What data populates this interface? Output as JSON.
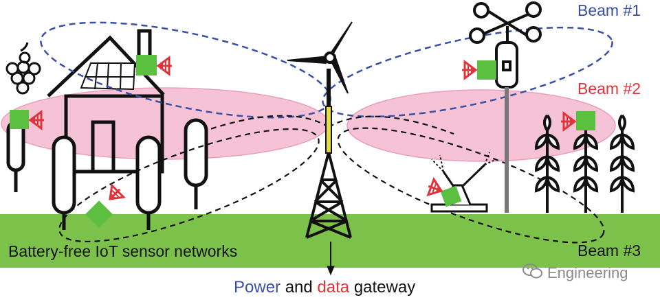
{
  "labels": {
    "beam1": "Beam #1",
    "beam2": "Beam #2",
    "beam3": "Beam #3",
    "network": "Battery-free IoT sensor networks",
    "gateway_power": "Power",
    "gateway_and": "and",
    "gateway_data": "data",
    "gateway_rest": "gateway"
  },
  "watermark": {
    "text": "Engineering",
    "icon": "wechat-icon"
  },
  "colors": {
    "beam1": "#3a4fa3",
    "beam2": "#e0343a",
    "beam2_fill": "#f4b8cf",
    "beam3": "#111111",
    "ground": "#7cc24a",
    "sensor": "#5bbf3f",
    "antenna": "#e0343a",
    "tower_feed": "#e6e03a"
  }
}
